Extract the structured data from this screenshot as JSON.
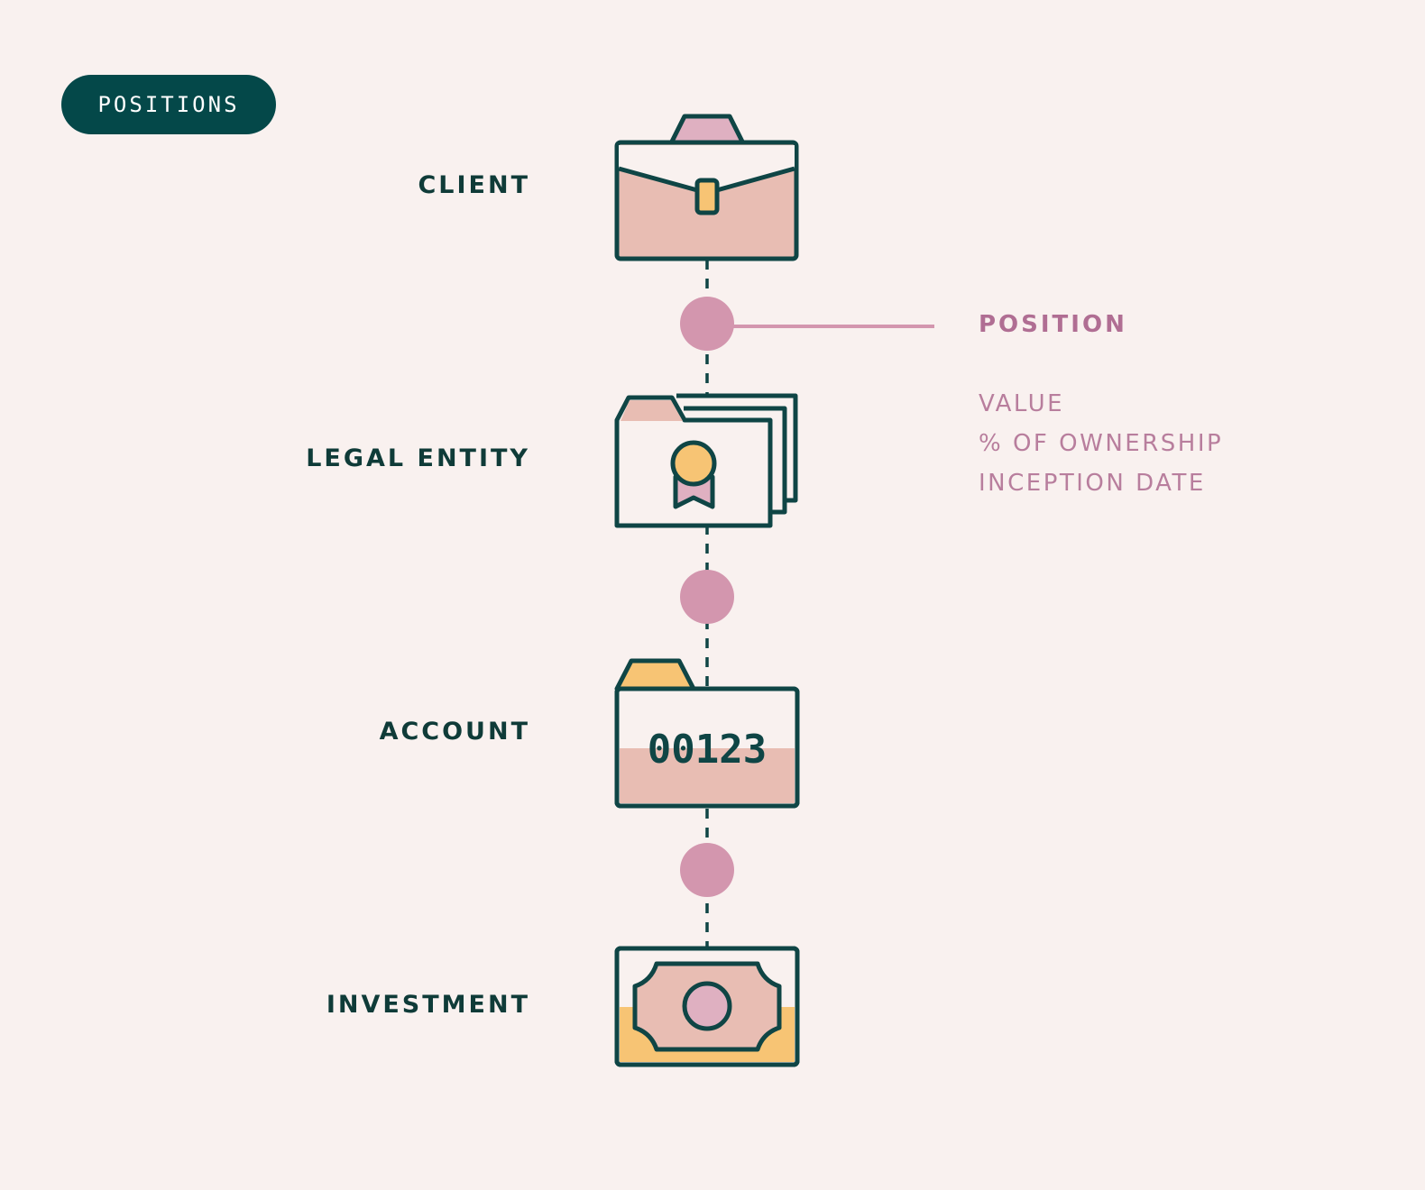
{
  "badge": {
    "label": "POSITIONS"
  },
  "nodes": [
    {
      "id": "client",
      "label": "CLIENT",
      "icon": "briefcase-icon"
    },
    {
      "id": "legal-entity",
      "label": "LEGAL ENTITY",
      "icon": "certificate-folder-icon"
    },
    {
      "id": "account",
      "label": "ACCOUNT",
      "icon": "account-folder-icon",
      "account_number": "00123"
    },
    {
      "id": "investment",
      "label": "INVESTMENT",
      "icon": "banknote-icon"
    }
  ],
  "position_callout": {
    "title": "POSITION",
    "attributes": [
      "VALUE",
      "% OF OWNERSHIP",
      "INCEPTION DATE"
    ]
  },
  "colors": {
    "background": "#f9f1ef",
    "dark_teal": "#0f4545",
    "pink_node": "#d396ae",
    "callout_text": "#b87e9d",
    "peach_fill": "#e8bdb3",
    "yellow_fill": "#f7c474",
    "mauve_fill": "#dfb0c1"
  }
}
